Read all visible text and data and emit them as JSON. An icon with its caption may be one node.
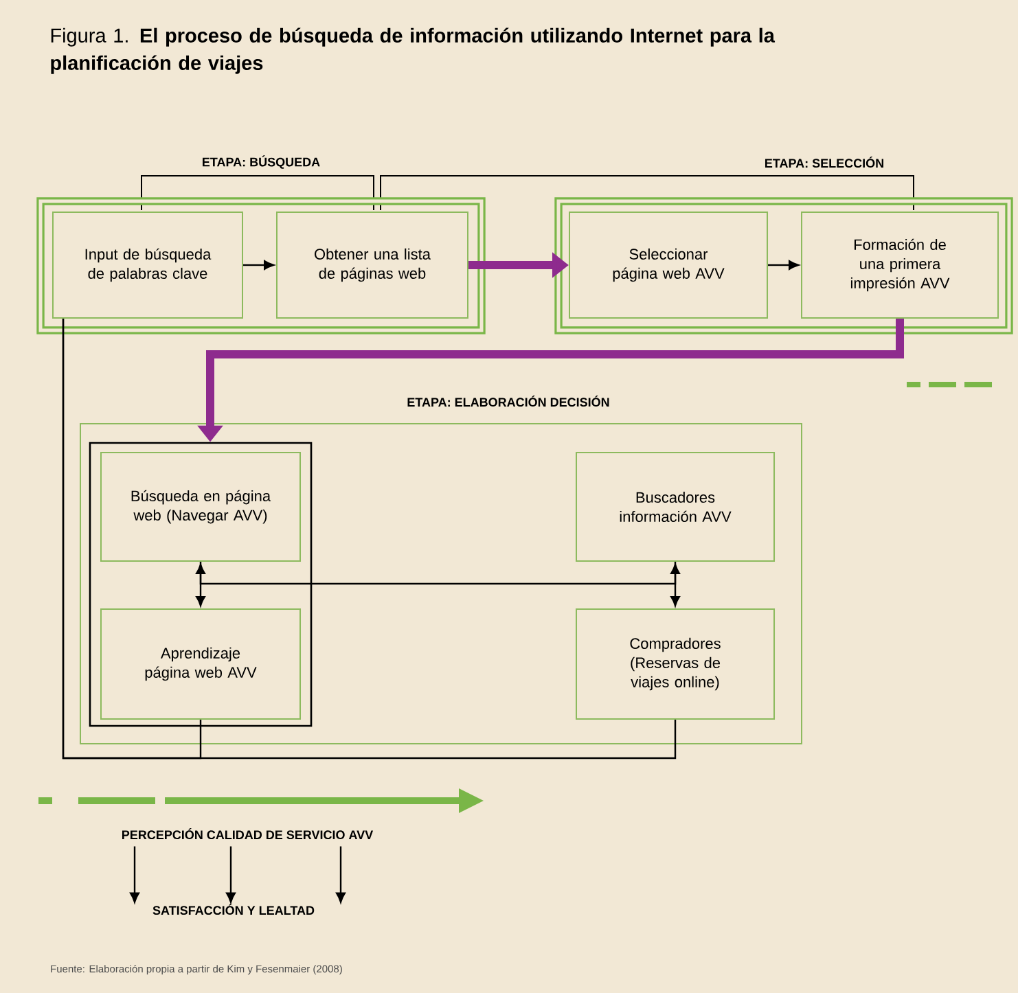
{
  "diagram": {
    "title": "Figura 1. **El proceso de búsqueda de información utilizando Internet para la planificación de viajes**",
    "caption": "Fuente: Elaboración propia a partir de Kim y Fesenmaier (2008)",
    "nodes": [
      {
        "text": [
          "ETAPA: BÚSQUEDA"
        ]
      },
      {
        "text": [
          "Input de búsqueda de palabras clave"
        ],
        "in": 0
      },
      {
        "text": [
          "Obtener una lista de páginas web"
        ],
        "in": 0
      },
      {
        "text": [
          "ETAPA: SELECCIÓN"
        ]
      },
      {
        "text": [
          "Seleccionar página web AVV"
        ],
        "in": 3
      },
      {
        "text": [
          "Formación de una primera impresión AVV"
        ],
        "in": 3
      },
      {
        "text": [
          "ETAPA: ELABORACIÓN DECISIÓN"
        ]
      },
      {
        "text": [],
        "shape": "box",
        "in": 6
      },
      {
        "text": [
          "Búsqueda en página web (Navegar AVV)"
        ],
        "in": 7
      },
      {
        "text": [
          "Aprendizaje página web AVV"
        ],
        "in": 7
      },
      {
        "text": [
          "Buscadores información AVV"
        ],
        "in": 6
      },
      {
        "text": [
          "Compradores (Reservas de viajes online)"
        ],
        "in": 6
      },
      {
        "text": [
          "PERCEPCIÓN CALIDAD DE SERVICIO AVV"
        ]
      },
      {
        "text": [
          "SATISFACCIÓN Y LEALTAD"
        ]
      }
    ],
    "edges": [
      {
        "from": 1,
        "to": 2,
        "arrow": "to"
      },
      {
        "from": 2,
        "to": 4,
        "arrow": "to",
        "style": "thick",
        "color": "#8e2b8e"
      },
      {
        "from": 4,
        "to": 5,
        "arrow": "to"
      },
      {
        "from": 5,
        "to": 7,
        "arrow": "to",
        "style": "thick",
        "color": "#8e2b8e"
      },
      {
        "from": 8,
        "to": 9,
        "arrow": "both"
      },
      {
        "from": 10,
        "to": 11,
        "arrow": "both"
      },
      {
        "from": 8,
        "to": 10,
        "arrow": "none"
      },
      {
        "from": 1,
        "to": 9,
        "arrow": "none"
      },
      {
        "from": 1,
        "to": 11,
        "arrow": "none"
      },
      {
        "from": 12,
        "to": 13,
        "arrow": "to"
      },
      {
        "from": 12,
        "to": 13,
        "arrow": "to"
      },
      {
        "from": 12,
        "to": 13,
        "arrow": "to"
      }
    ]
  }
}
